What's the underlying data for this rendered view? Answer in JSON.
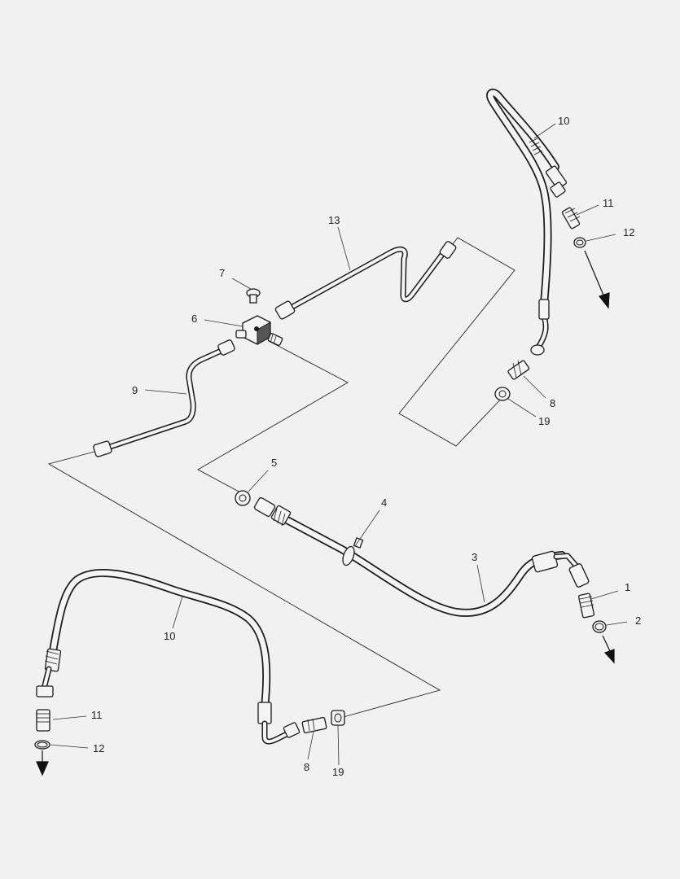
{
  "callouts": [
    {
      "id": "c1",
      "text": "1"
    },
    {
      "id": "c2",
      "text": "2"
    },
    {
      "id": "c3",
      "text": "3"
    },
    {
      "id": "c4",
      "text": "4"
    },
    {
      "id": "c5",
      "text": "5"
    },
    {
      "id": "c6",
      "text": "6"
    },
    {
      "id": "c7",
      "text": "7"
    },
    {
      "id": "c8a",
      "text": "8"
    },
    {
      "id": "c8b",
      "text": "8"
    },
    {
      "id": "c9",
      "text": "9"
    },
    {
      "id": "c10a",
      "text": "10"
    },
    {
      "id": "c10b",
      "text": "10"
    },
    {
      "id": "c11a",
      "text": "11"
    },
    {
      "id": "c11b",
      "text": "11"
    },
    {
      "id": "c12a",
      "text": "12"
    },
    {
      "id": "c12b",
      "text": "12"
    },
    {
      "id": "c13",
      "text": "13"
    },
    {
      "id": "c19a",
      "text": "19"
    },
    {
      "id": "c19b",
      "text": "19"
    }
  ]
}
